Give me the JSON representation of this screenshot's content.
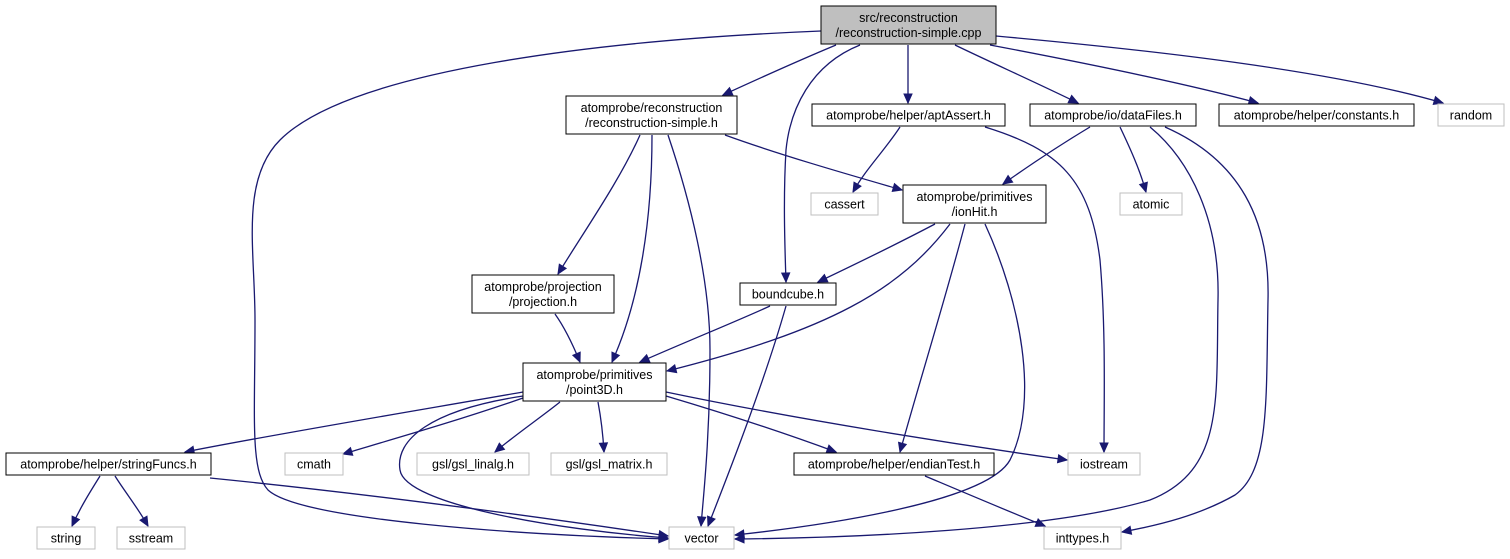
{
  "colors": {
    "edge": "#191970",
    "node_border_main": "#000000",
    "node_border_external": "#bfbfbf",
    "root_fill": "#bfbfbf",
    "node_fill": "#ffffff"
  },
  "nodes": {
    "root": [
      "src/reconstruction",
      "/reconstruction-simple.cpp"
    ],
    "rec_simple_h": [
      "atomprobe/reconstruction",
      "/reconstruction-simple.h"
    ],
    "aptassert": [
      "atomprobe/helper/aptAssert.h"
    ],
    "datafiles": [
      "atomprobe/io/dataFiles.h"
    ],
    "constants": [
      "atomprobe/helper/constants.h"
    ],
    "random": [
      "random"
    ],
    "cassert": [
      "cassert"
    ],
    "ionhit": [
      "atomprobe/primitives",
      "/ionHit.h"
    ],
    "atomic": [
      "atomic"
    ],
    "projection": [
      "atomprobe/projection",
      "/projection.h"
    ],
    "boundcube": [
      "boundcube.h"
    ],
    "point3d": [
      "atomprobe/primitives",
      "/point3D.h"
    ],
    "stringfuncs": [
      "atomprobe/helper/stringFuncs.h"
    ],
    "cmath": [
      "cmath"
    ],
    "gsl_linalg": [
      "gsl/gsl_linalg.h"
    ],
    "gsl_matrix": [
      "gsl/gsl_matrix.h"
    ],
    "endiantest": [
      "atomprobe/helper/endianTest.h"
    ],
    "iostream": [
      "iostream"
    ],
    "string": [
      "string"
    ],
    "sstream": [
      "sstream"
    ],
    "vector": [
      "vector"
    ],
    "inttypes": [
      "inttypes.h"
    ]
  }
}
